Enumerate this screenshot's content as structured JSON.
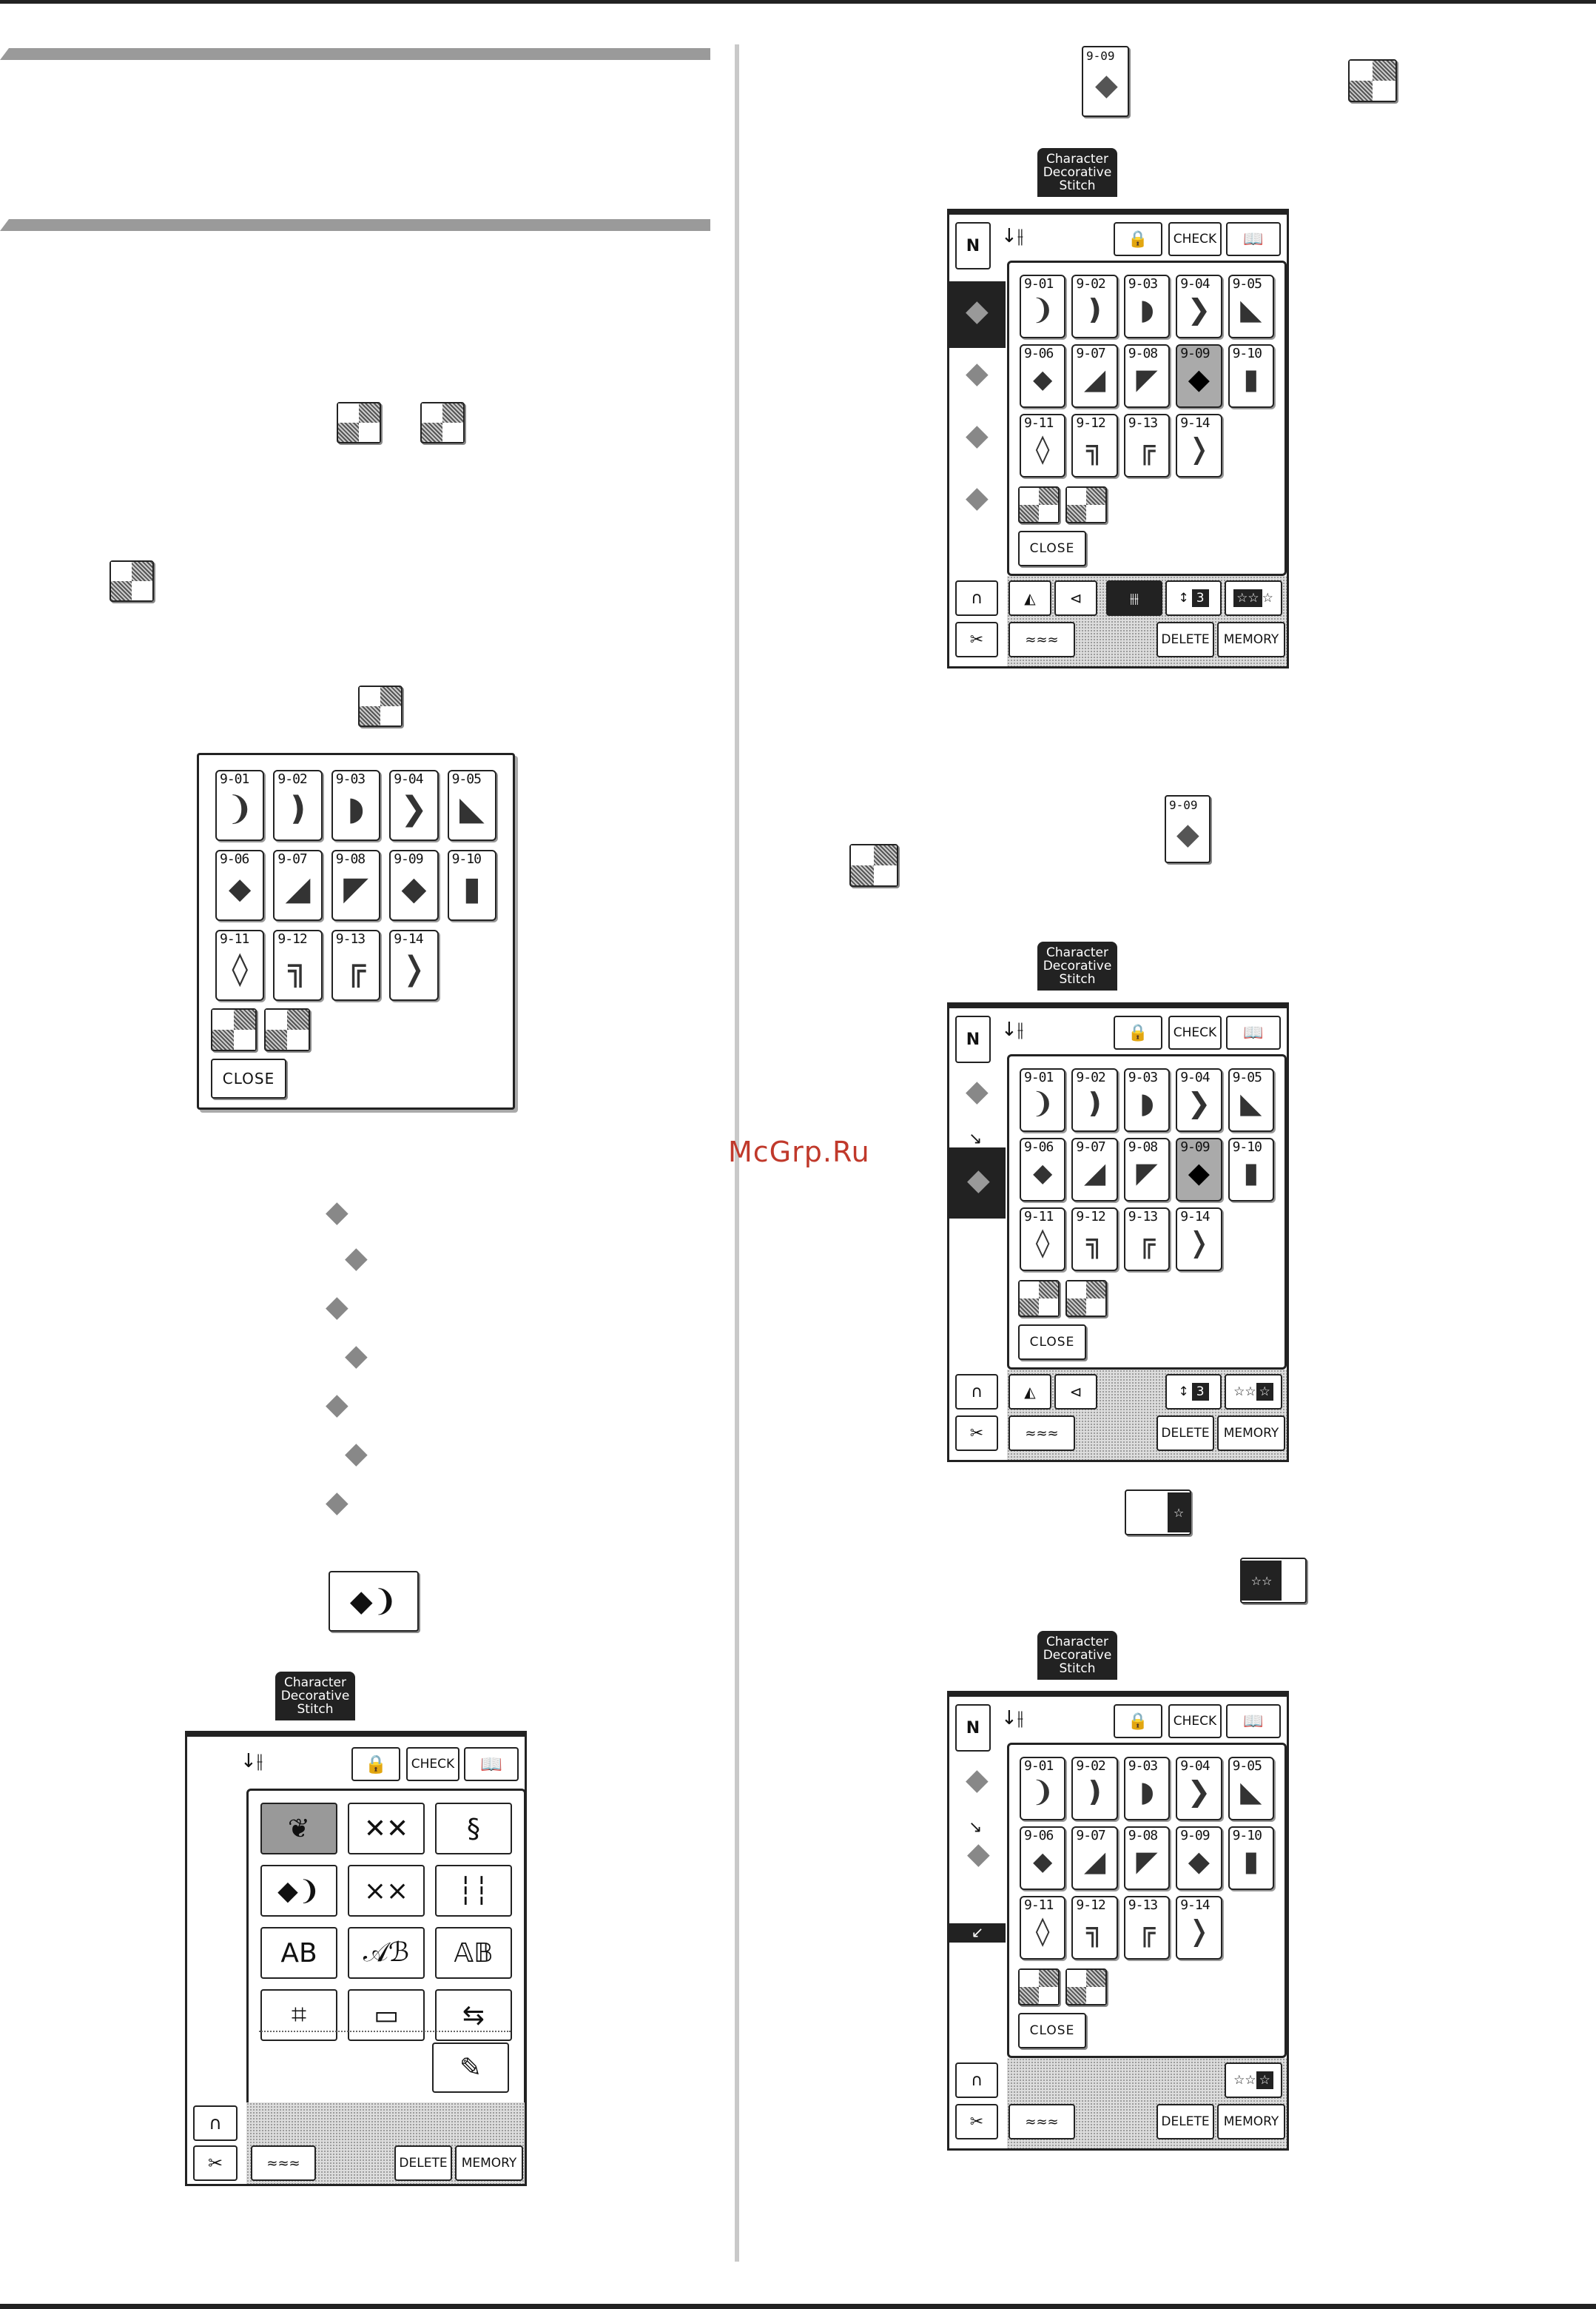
{
  "watermark": "McGrp.Ru",
  "screen_tab": "Character\nDecorative\nStitch",
  "buttons": {
    "check": "CHECK",
    "close": "CLOSE",
    "delete": "DELETE",
    "memory": "MEMORY",
    "tension": "3"
  },
  "stitch_codes": [
    "9-01",
    "9-02",
    "9-03",
    "9-04",
    "9-05",
    "9-06",
    "9-07",
    "9-08",
    "9-09",
    "9-10",
    "9-11",
    "9-12",
    "9-13",
    "9-14"
  ],
  "stitch_glyphs": [
    "❩",
    "❫",
    "◗",
    "❯",
    "◣",
    "⬥",
    "◢",
    "◤",
    "◆",
    "▮",
    "◊",
    "╗",
    "╔",
    "❭"
  ],
  "selected_code": "9-09",
  "category_glyphs": [
    "❦",
    "✕✕",
    "§",
    "◆❩",
    "⨯⨯",
    "┆┆",
    "AB",
    "𝒜ℬ",
    "𝔸𝔹",
    "⌗",
    "▭",
    "⇆"
  ],
  "keys": {
    "mode_n": "N"
  }
}
